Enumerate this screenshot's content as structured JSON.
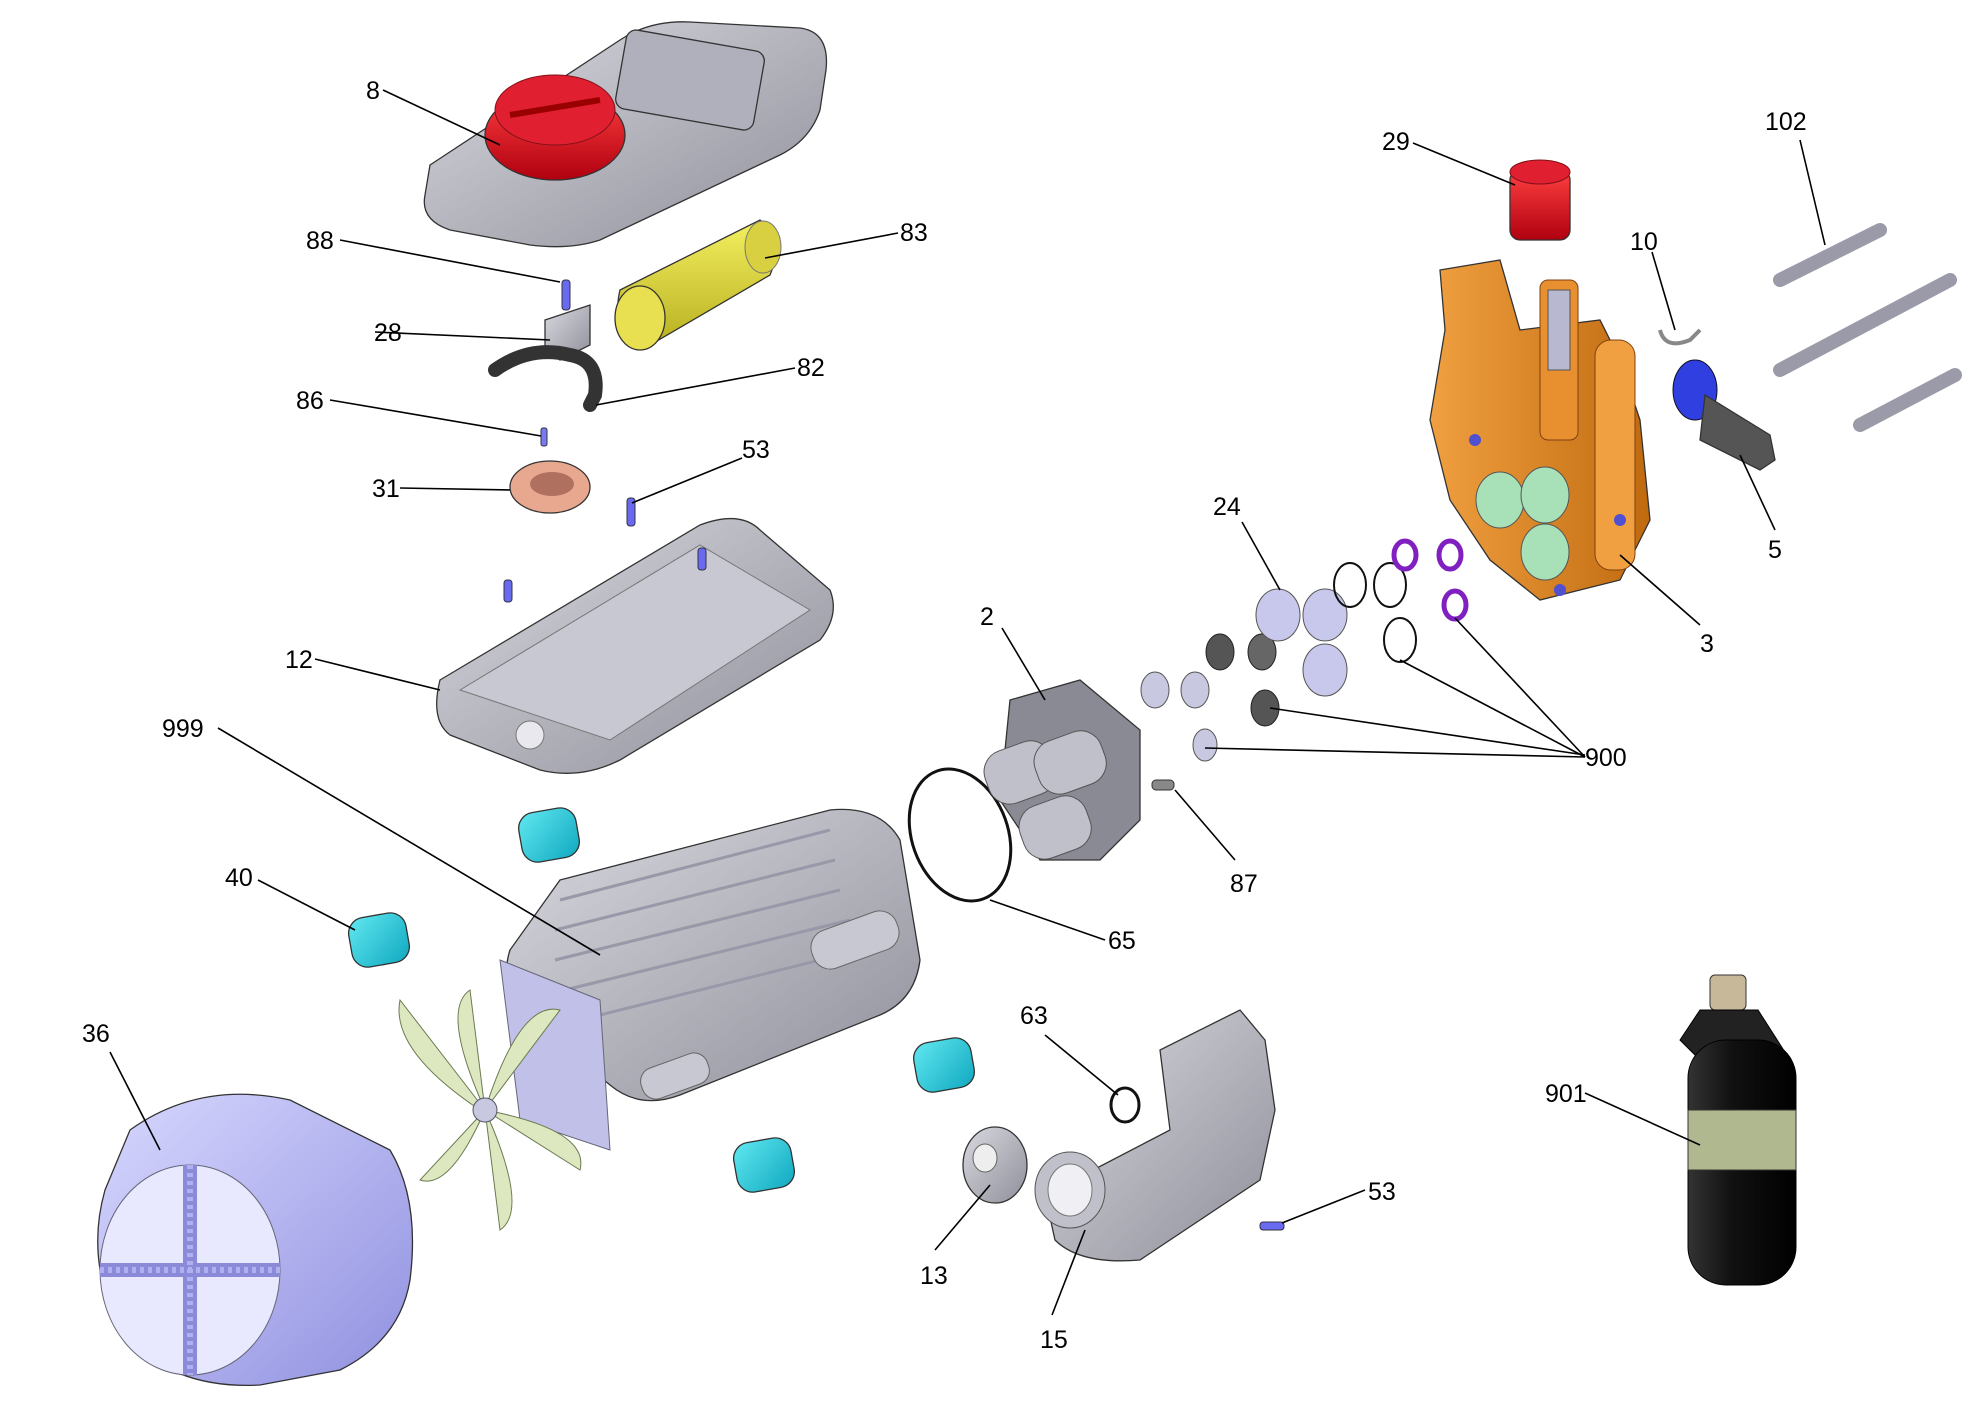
{
  "callouts": [
    {
      "id": "c8",
      "label": "8"
    },
    {
      "id": "c88",
      "label": "88"
    },
    {
      "id": "c28",
      "label": "28"
    },
    {
      "id": "c86",
      "label": "86"
    },
    {
      "id": "c31",
      "label": "31"
    },
    {
      "id": "c53a",
      "label": "53"
    },
    {
      "id": "c83",
      "label": "83"
    },
    {
      "id": "c82",
      "label": "82"
    },
    {
      "id": "c12",
      "label": "12"
    },
    {
      "id": "c999",
      "label": "999"
    },
    {
      "id": "c40",
      "label": "40"
    },
    {
      "id": "c36",
      "label": "36"
    },
    {
      "id": "c2",
      "label": "2"
    },
    {
      "id": "c65",
      "label": "65"
    },
    {
      "id": "c87",
      "label": "87"
    },
    {
      "id": "c24",
      "label": "24"
    },
    {
      "id": "c900",
      "label": "900"
    },
    {
      "id": "c29",
      "label": "29"
    },
    {
      "id": "c10",
      "label": "10"
    },
    {
      "id": "c102",
      "label": "102"
    },
    {
      "id": "c5",
      "label": "5"
    },
    {
      "id": "c3",
      "label": "3"
    },
    {
      "id": "c63",
      "label": "63"
    },
    {
      "id": "c13",
      "label": "13"
    },
    {
      "id": "c15",
      "label": "15"
    },
    {
      "id": "c53b",
      "label": "53"
    },
    {
      "id": "c901",
      "label": "901"
    }
  ]
}
